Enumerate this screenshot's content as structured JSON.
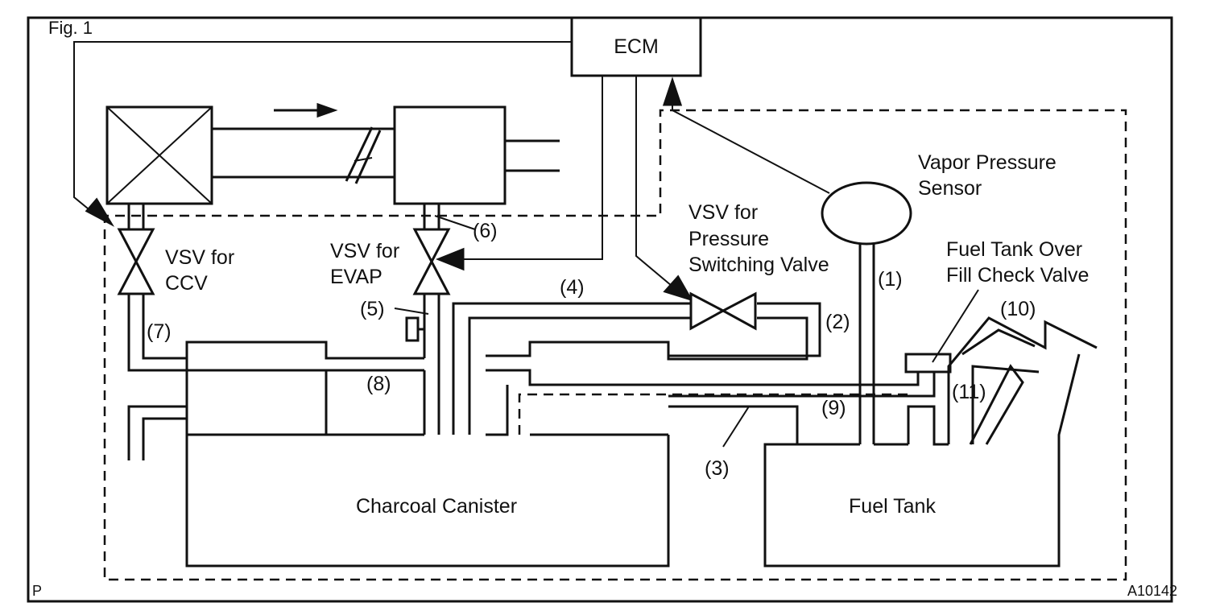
{
  "figure": {
    "label": "Fig. 1",
    "corner": "P",
    "code": "A10142"
  },
  "components": {
    "ecm": "ECM",
    "vapor_pressure_sensor": [
      "Vapor Pressure",
      "Sensor"
    ],
    "vsv_pressure_switching": [
      "VSV for",
      "Pressure",
      "Switching Valve"
    ],
    "vsv_ccv": [
      "VSV for",
      "CCV"
    ],
    "vsv_evap": [
      "VSV for",
      "EVAP"
    ],
    "over_fill_check_valve": [
      "Fuel Tank Over",
      "Fill Check Valve"
    ],
    "charcoal_canister": "Charcoal Canister",
    "fuel_tank": "Fuel Tank"
  },
  "callouts": [
    "(1)",
    "(2)",
    "(3)",
    "(4)",
    "(5)",
    "(6)",
    "(7)",
    "(8)",
    "(9)",
    "(10)",
    "(11)"
  ],
  "icons": {
    "air_cleaner": "x-box-icon",
    "throttle": "throttle-valve-icon",
    "flow": "arrow-right-icon"
  }
}
